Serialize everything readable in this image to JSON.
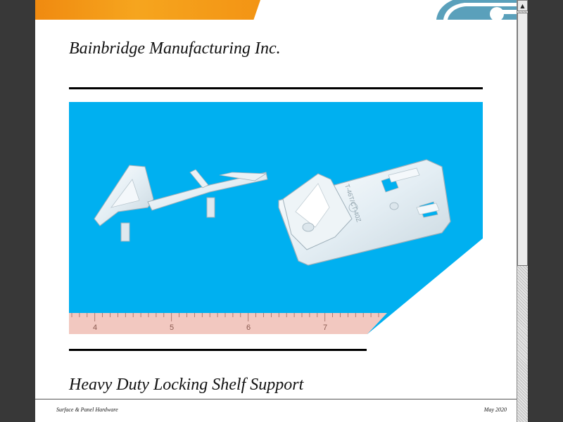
{
  "document": {
    "company_name": "Bainbridge Manufacturing Inc.",
    "product_title": "Heavy Duty Locking Shelf Support",
    "footer_left": "Surface & Panel Hardware",
    "footer_right": "May 2020"
  },
  "photo": {
    "ruler_numbers": [
      "4",
      "5",
      "6",
      "7"
    ],
    "part_marking": "T-46T/CT-40Z",
    "background_color": "#00b0f0",
    "ruler_color": "#f2c8c0"
  },
  "scrollbar": {
    "up_arrow_icon": "triangle-up-icon"
  },
  "colors": {
    "banner_orange": "#f39414",
    "banner_blue": "#5aa0bb",
    "text": "#111111"
  }
}
